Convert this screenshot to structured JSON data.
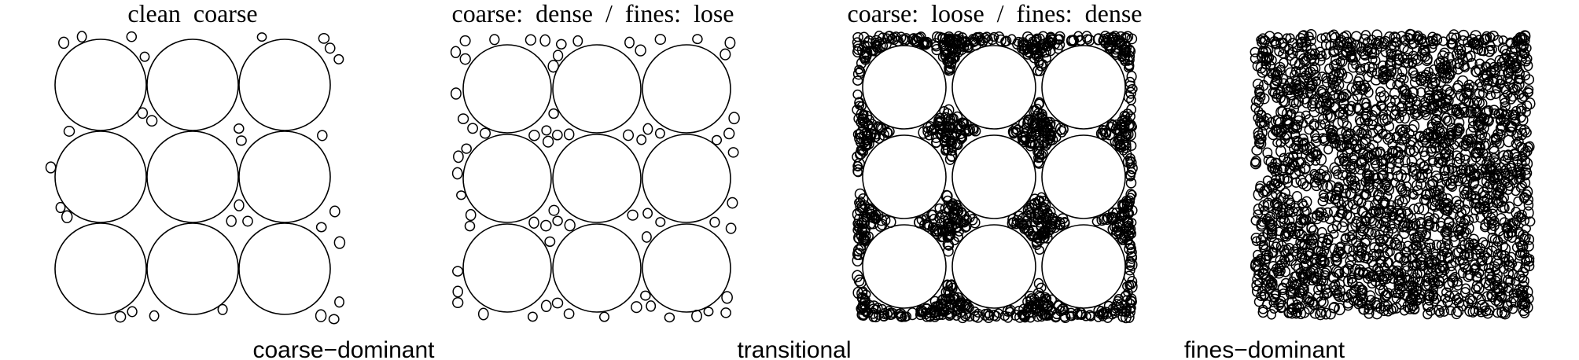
{
  "panels": [
    {
      "id": "clean-coarse",
      "title": "clean  coarse",
      "fines_density": "sparse"
    },
    {
      "id": "coarse-dense-fines-lose",
      "title": "coarse:  dense  /  fines:  lose",
      "fines_density": "light"
    },
    {
      "id": "coarse-loose-fines-dense",
      "title": "coarse:  loose  /  fines:  dense",
      "fines_density": "heavy"
    },
    {
      "id": "fines-only",
      "title": "",
      "fines_density": "full"
    }
  ],
  "categories": [
    {
      "id": "coarse-dominant",
      "label": "coarse−dominant"
    },
    {
      "id": "transitional",
      "label": "transitional"
    },
    {
      "id": "fines-dominant",
      "label": "fines−dominant"
    }
  ],
  "colors": {
    "stroke": "#000000",
    "background": "#ffffff"
  }
}
